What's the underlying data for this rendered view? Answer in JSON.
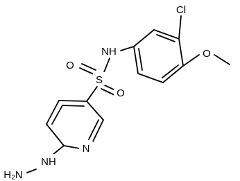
{
  "molecule": {
    "labels": {
      "nh": "NH",
      "s": "S",
      "o_top": "O",
      "o_bottom": "O",
      "cl": "Cl",
      "o_methoxy": "O",
      "n_ring": "N",
      "hydrazine_nh": "NH",
      "h2n": "H₂N"
    }
  }
}
